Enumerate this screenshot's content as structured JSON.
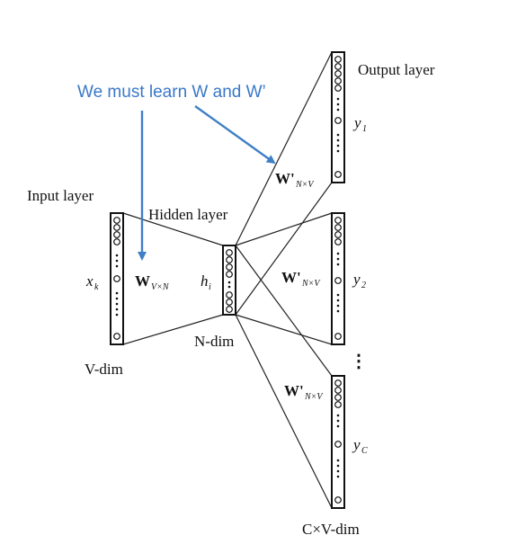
{
  "annotation": "We must learn W and W’",
  "labels": {
    "input_layer": "Input layer",
    "hidden_layer": "Hidden layer",
    "output_layer": "Output layer",
    "v_dim": "V-dim",
    "n_dim": "N-dim",
    "cv_dim": "C×V-dim",
    "x_k": "x",
    "x_k_sub": "k",
    "h_i": "h",
    "h_i_sub": "i",
    "y_1": "y",
    "y_1_sub": "1",
    "y_2": "y",
    "y_2_sub": "2",
    "y_c": "y",
    "y_c_sub": "C",
    "w_in": "W",
    "w_in_sub": "V×N",
    "w_out": "W'",
    "w_out_sub": "N×V",
    "more_outputs": "⋮"
  },
  "colors": {
    "annotation": "#3a78c8",
    "arrow": "#3f7fc6",
    "lines": "#111111"
  }
}
